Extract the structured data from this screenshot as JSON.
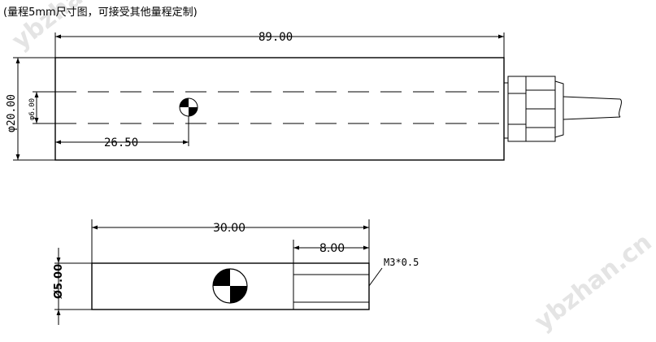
{
  "note": "(量程5mm尺寸图，可接受其他量程定制)",
  "watermark": "ybzhan.cn",
  "top_view": {
    "length_dim": "89.00",
    "diameter_dim": "φ20.00",
    "inner_diameter_dim": "φ6.00",
    "offset_dim": "26.50"
  },
  "bottom_view": {
    "length_dim": "30.00",
    "thread_length_dim": "8.00",
    "diameter_dim": "Ø5.00",
    "thread_label": "M3*0.5"
  }
}
